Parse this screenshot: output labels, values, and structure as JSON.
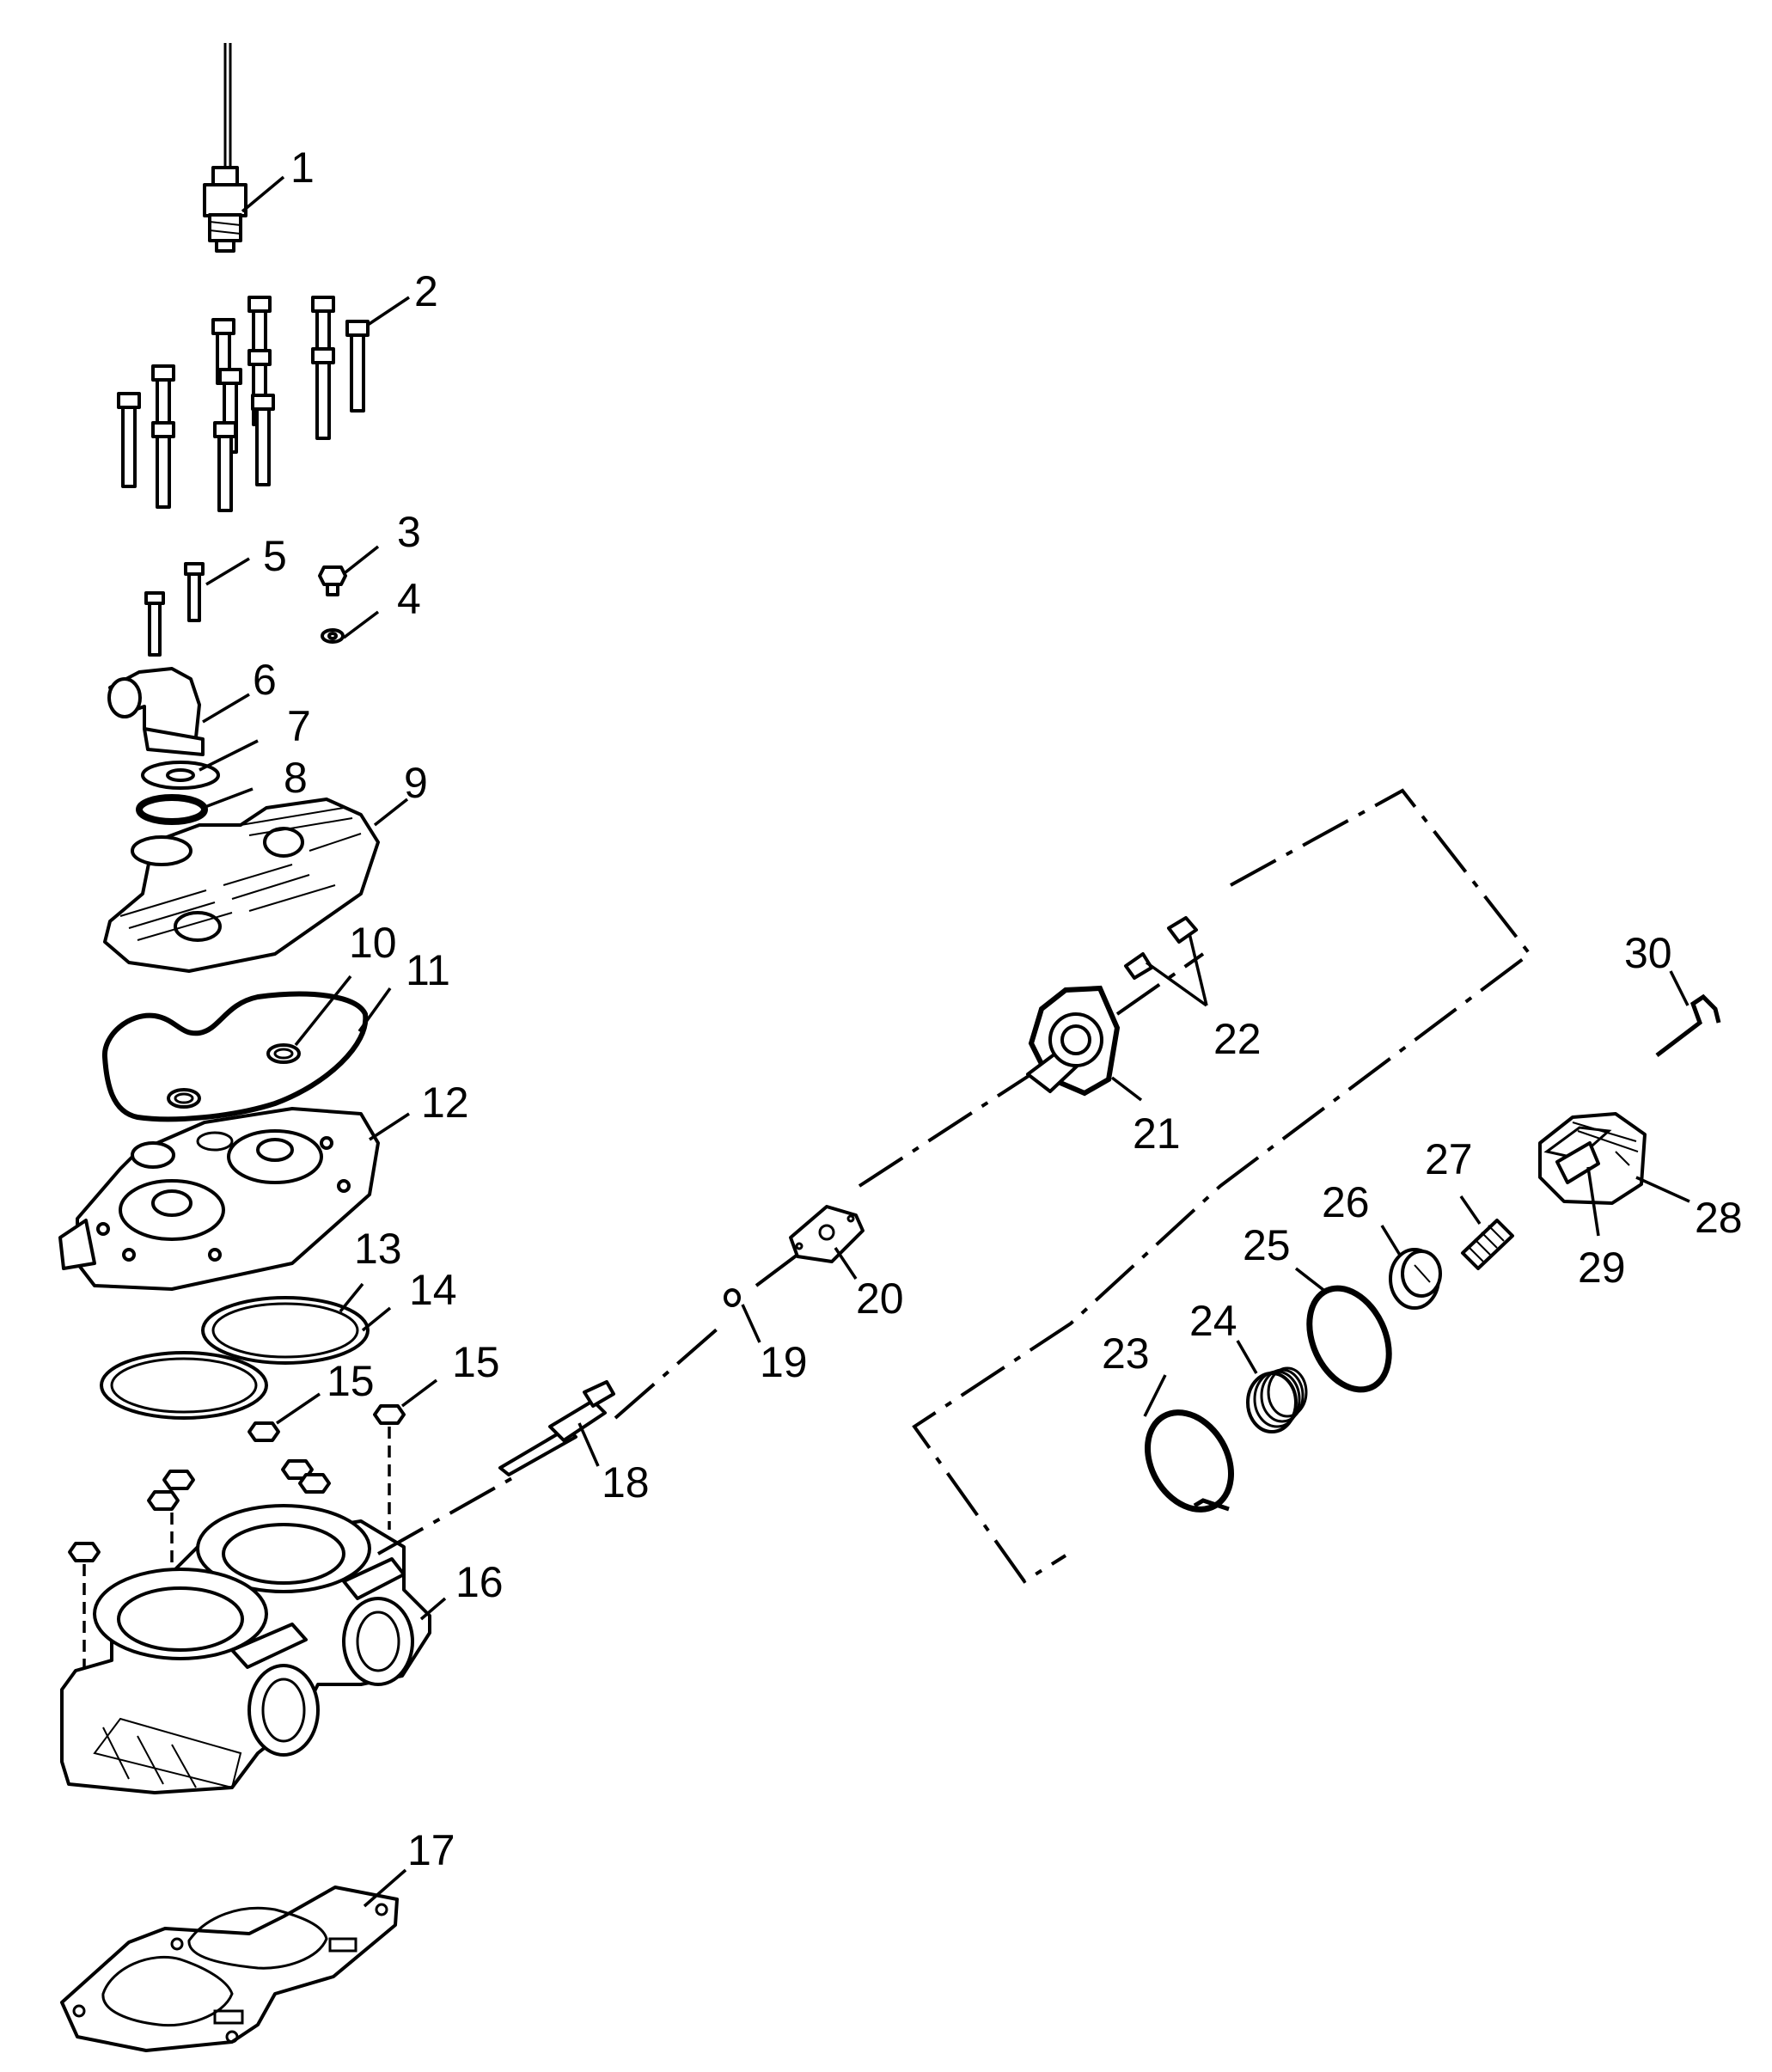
{
  "diagram": {
    "callouts": [
      {
        "id": "c1",
        "text": "1"
      },
      {
        "id": "c2",
        "text": "2"
      },
      {
        "id": "c3",
        "text": "3"
      },
      {
        "id": "c4",
        "text": "4"
      },
      {
        "id": "c5",
        "text": "5"
      },
      {
        "id": "c6",
        "text": "6"
      },
      {
        "id": "c7",
        "text": "7"
      },
      {
        "id": "c8",
        "text": "8"
      },
      {
        "id": "c9",
        "text": "9"
      },
      {
        "id": "c10",
        "text": "10"
      },
      {
        "id": "c11",
        "text": "11"
      },
      {
        "id": "c12",
        "text": "12"
      },
      {
        "id": "c13",
        "text": "13"
      },
      {
        "id": "c14",
        "text": "14"
      },
      {
        "id": "c15a",
        "text": "15"
      },
      {
        "id": "c15b",
        "text": "15"
      },
      {
        "id": "c16",
        "text": "16"
      },
      {
        "id": "c17",
        "text": "17"
      },
      {
        "id": "c18",
        "text": "18"
      },
      {
        "id": "c19",
        "text": "19"
      },
      {
        "id": "c20",
        "text": "20"
      },
      {
        "id": "c21",
        "text": "21"
      },
      {
        "id": "c22",
        "text": "22"
      },
      {
        "id": "c23",
        "text": "23"
      },
      {
        "id": "c24",
        "text": "24"
      },
      {
        "id": "c25",
        "text": "25"
      },
      {
        "id": "c26",
        "text": "26"
      },
      {
        "id": "c27",
        "text": "27"
      },
      {
        "id": "c28",
        "text": "28"
      },
      {
        "id": "c29",
        "text": "29"
      },
      {
        "id": "c30",
        "text": "30"
      }
    ]
  }
}
